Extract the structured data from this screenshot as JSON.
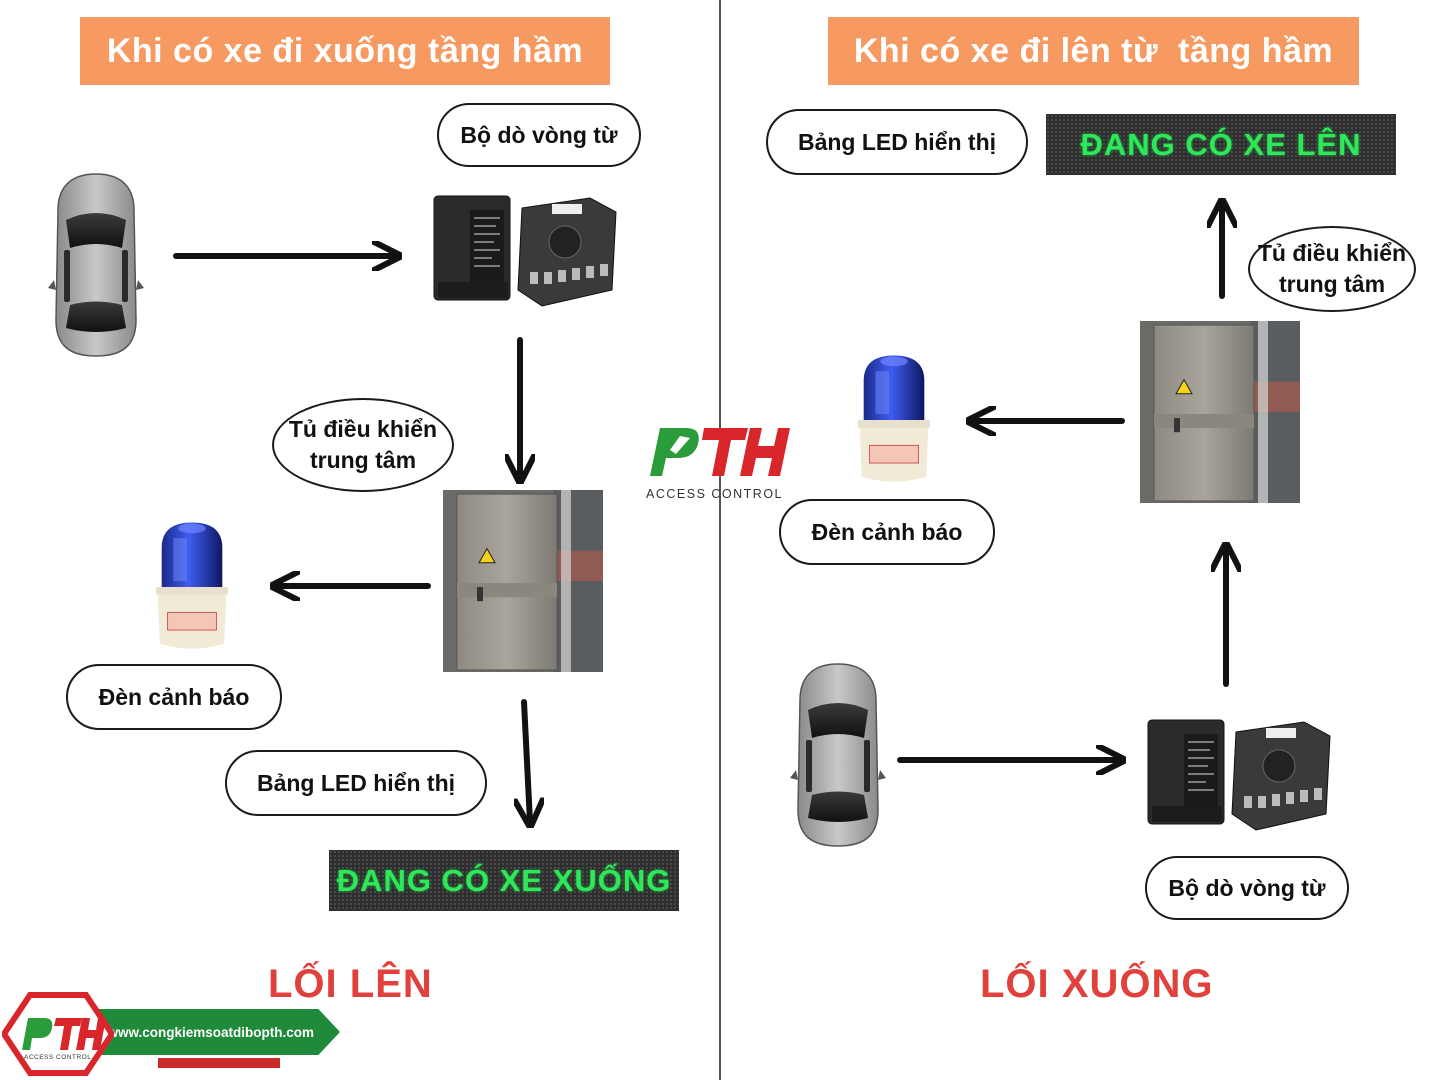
{
  "left": {
    "banner": "Khi có xe đi xuống tầng hầm",
    "loop_detector_label": "Bộ dò vòng từ",
    "control_cabinet_label": [
      "Tủ điều khiển",
      "trung tâm"
    ],
    "warning_light_label": "Đèn cảnh báo",
    "led_board_label": "Bảng LED hiển thị",
    "led_text": "ĐANG CÓ XE XUỐNG",
    "exit_label": "LỐI LÊN"
  },
  "right": {
    "banner": "Khi có xe đi lên từ  tầng hầm",
    "led_board_label": "Bảng LED hiển thị",
    "led_text": "ĐANG CÓ XE LÊN",
    "control_cabinet_label": [
      "Tủ điều khiển",
      "trung tâm"
    ],
    "warning_light_label": "Đèn cảnh báo",
    "loop_detector_label": "Bộ dò vòng từ",
    "exit_label": "LỐI XUỐNG"
  },
  "center_logo": {
    "brand": "PTH",
    "subtitle": "ACCESS CONTROL"
  },
  "footer_logo": {
    "brand": "PTH",
    "subtitle": "ACCESS CONTROL",
    "website": "www.congkiemsoatdibopth.com"
  },
  "colors": {
    "banner": "#f79a62",
    "led_text": "#2ee85a",
    "exit_label": "#e0413c",
    "logo_green": "#2a9d3a",
    "logo_red": "#d8262a"
  }
}
